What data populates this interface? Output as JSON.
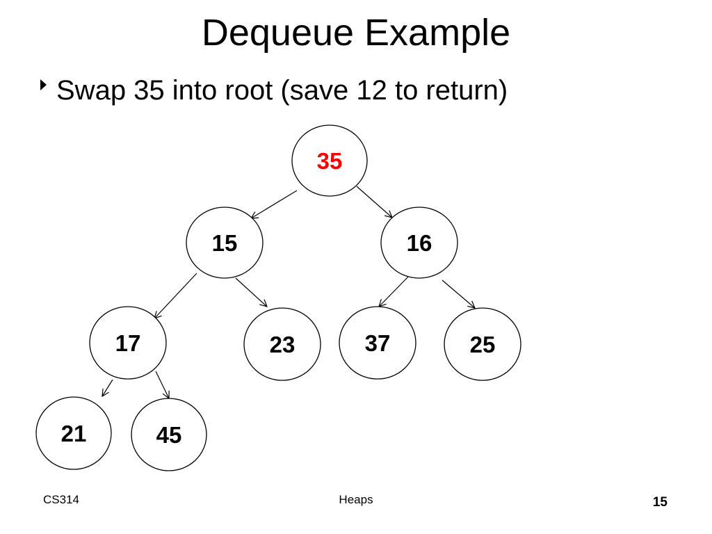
{
  "slide": {
    "title": "Dequeue Example",
    "bullet": "Swap 35 into root (save 12 to return)"
  },
  "tree": {
    "nodes": [
      {
        "id": "n35",
        "label": "35",
        "highlight": true
      },
      {
        "id": "n15",
        "label": "15"
      },
      {
        "id": "n16",
        "label": "16"
      },
      {
        "id": "n17",
        "label": "17"
      },
      {
        "id": "n23",
        "label": "23"
      },
      {
        "id": "n37",
        "label": "37"
      },
      {
        "id": "n25",
        "label": "25"
      },
      {
        "id": "n21",
        "label": "21"
      },
      {
        "id": "n45",
        "label": "45"
      }
    ],
    "edges": [
      [
        "n35",
        "n15"
      ],
      [
        "n35",
        "n16"
      ],
      [
        "n15",
        "n17"
      ],
      [
        "n15",
        "n23"
      ],
      [
        "n16",
        "n37"
      ],
      [
        "n16",
        "n25"
      ],
      [
        "n17",
        "n21"
      ],
      [
        "n17",
        "n45"
      ]
    ],
    "highlight_color": "#ff0000",
    "node_text_color": "#000000"
  },
  "footer": {
    "course": "CS314",
    "topic": "Heaps",
    "page_number": "15"
  }
}
